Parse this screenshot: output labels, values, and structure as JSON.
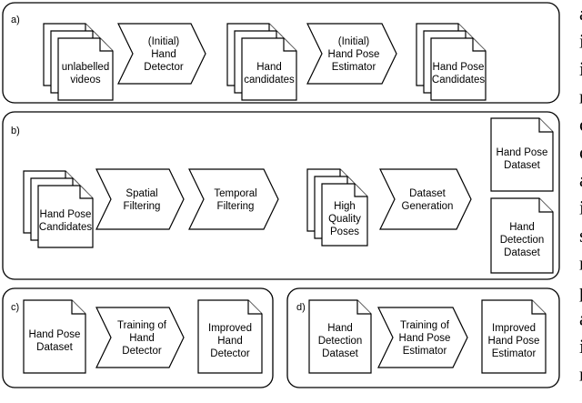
{
  "panels": {
    "a": {
      "label": "a)",
      "items": [
        {
          "type": "doc-stack",
          "lines": [
            "unlabelled",
            "videos"
          ]
        },
        {
          "type": "step",
          "lines": [
            "(Initial)",
            "Hand",
            "Detector"
          ]
        },
        {
          "type": "doc-stack",
          "lines": [
            "Hand",
            "candidates"
          ]
        },
        {
          "type": "step",
          "lines": [
            "(Initial)",
            "Hand Pose",
            "Estimator"
          ]
        },
        {
          "type": "doc-stack",
          "lines": [
            "Hand Pose",
            "Candidates"
          ]
        }
      ]
    },
    "b": {
      "label": "b)",
      "items": [
        {
          "type": "doc-stack",
          "lines": [
            "Hand Pose",
            "Candidates"
          ]
        },
        {
          "type": "step",
          "lines": [
            "Spatial",
            "Filtering"
          ]
        },
        {
          "type": "step",
          "lines": [
            "Temporal",
            "Filtering"
          ]
        },
        {
          "type": "doc-stack",
          "lines": [
            "High",
            "Quality",
            "Poses"
          ]
        },
        {
          "type": "step",
          "lines": [
            "Dataset",
            "Generation"
          ]
        },
        {
          "type": "doc",
          "lines": [
            "Hand Pose",
            "Dataset"
          ]
        },
        {
          "type": "doc",
          "lines": [
            "Hand",
            "Detection",
            "Dataset"
          ]
        }
      ]
    },
    "c": {
      "label": "c)",
      "items": [
        {
          "type": "doc",
          "lines": [
            "Hand Pose",
            "Dataset"
          ]
        },
        {
          "type": "step",
          "lines": [
            "Training of",
            "Hand",
            "Detector"
          ]
        },
        {
          "type": "doc",
          "lines": [
            "Improved",
            "Hand",
            "Detector"
          ]
        }
      ]
    },
    "d": {
      "label": "d)",
      "items": [
        {
          "type": "doc",
          "lines": [
            "Hand",
            "Detection",
            "Dataset"
          ]
        },
        {
          "type": "step",
          "lines": [
            "Training of",
            "Hand Pose",
            "Estimator"
          ]
        },
        {
          "type": "doc",
          "lines": [
            "Improved",
            "Hand Pose",
            "Estimator"
          ]
        }
      ]
    }
  },
  "side_text": [
    "a",
    "i",
    "i",
    "r",
    "c",
    "c",
    "a",
    "i",
    "s",
    "r",
    "p",
    "a",
    "i",
    "r"
  ]
}
